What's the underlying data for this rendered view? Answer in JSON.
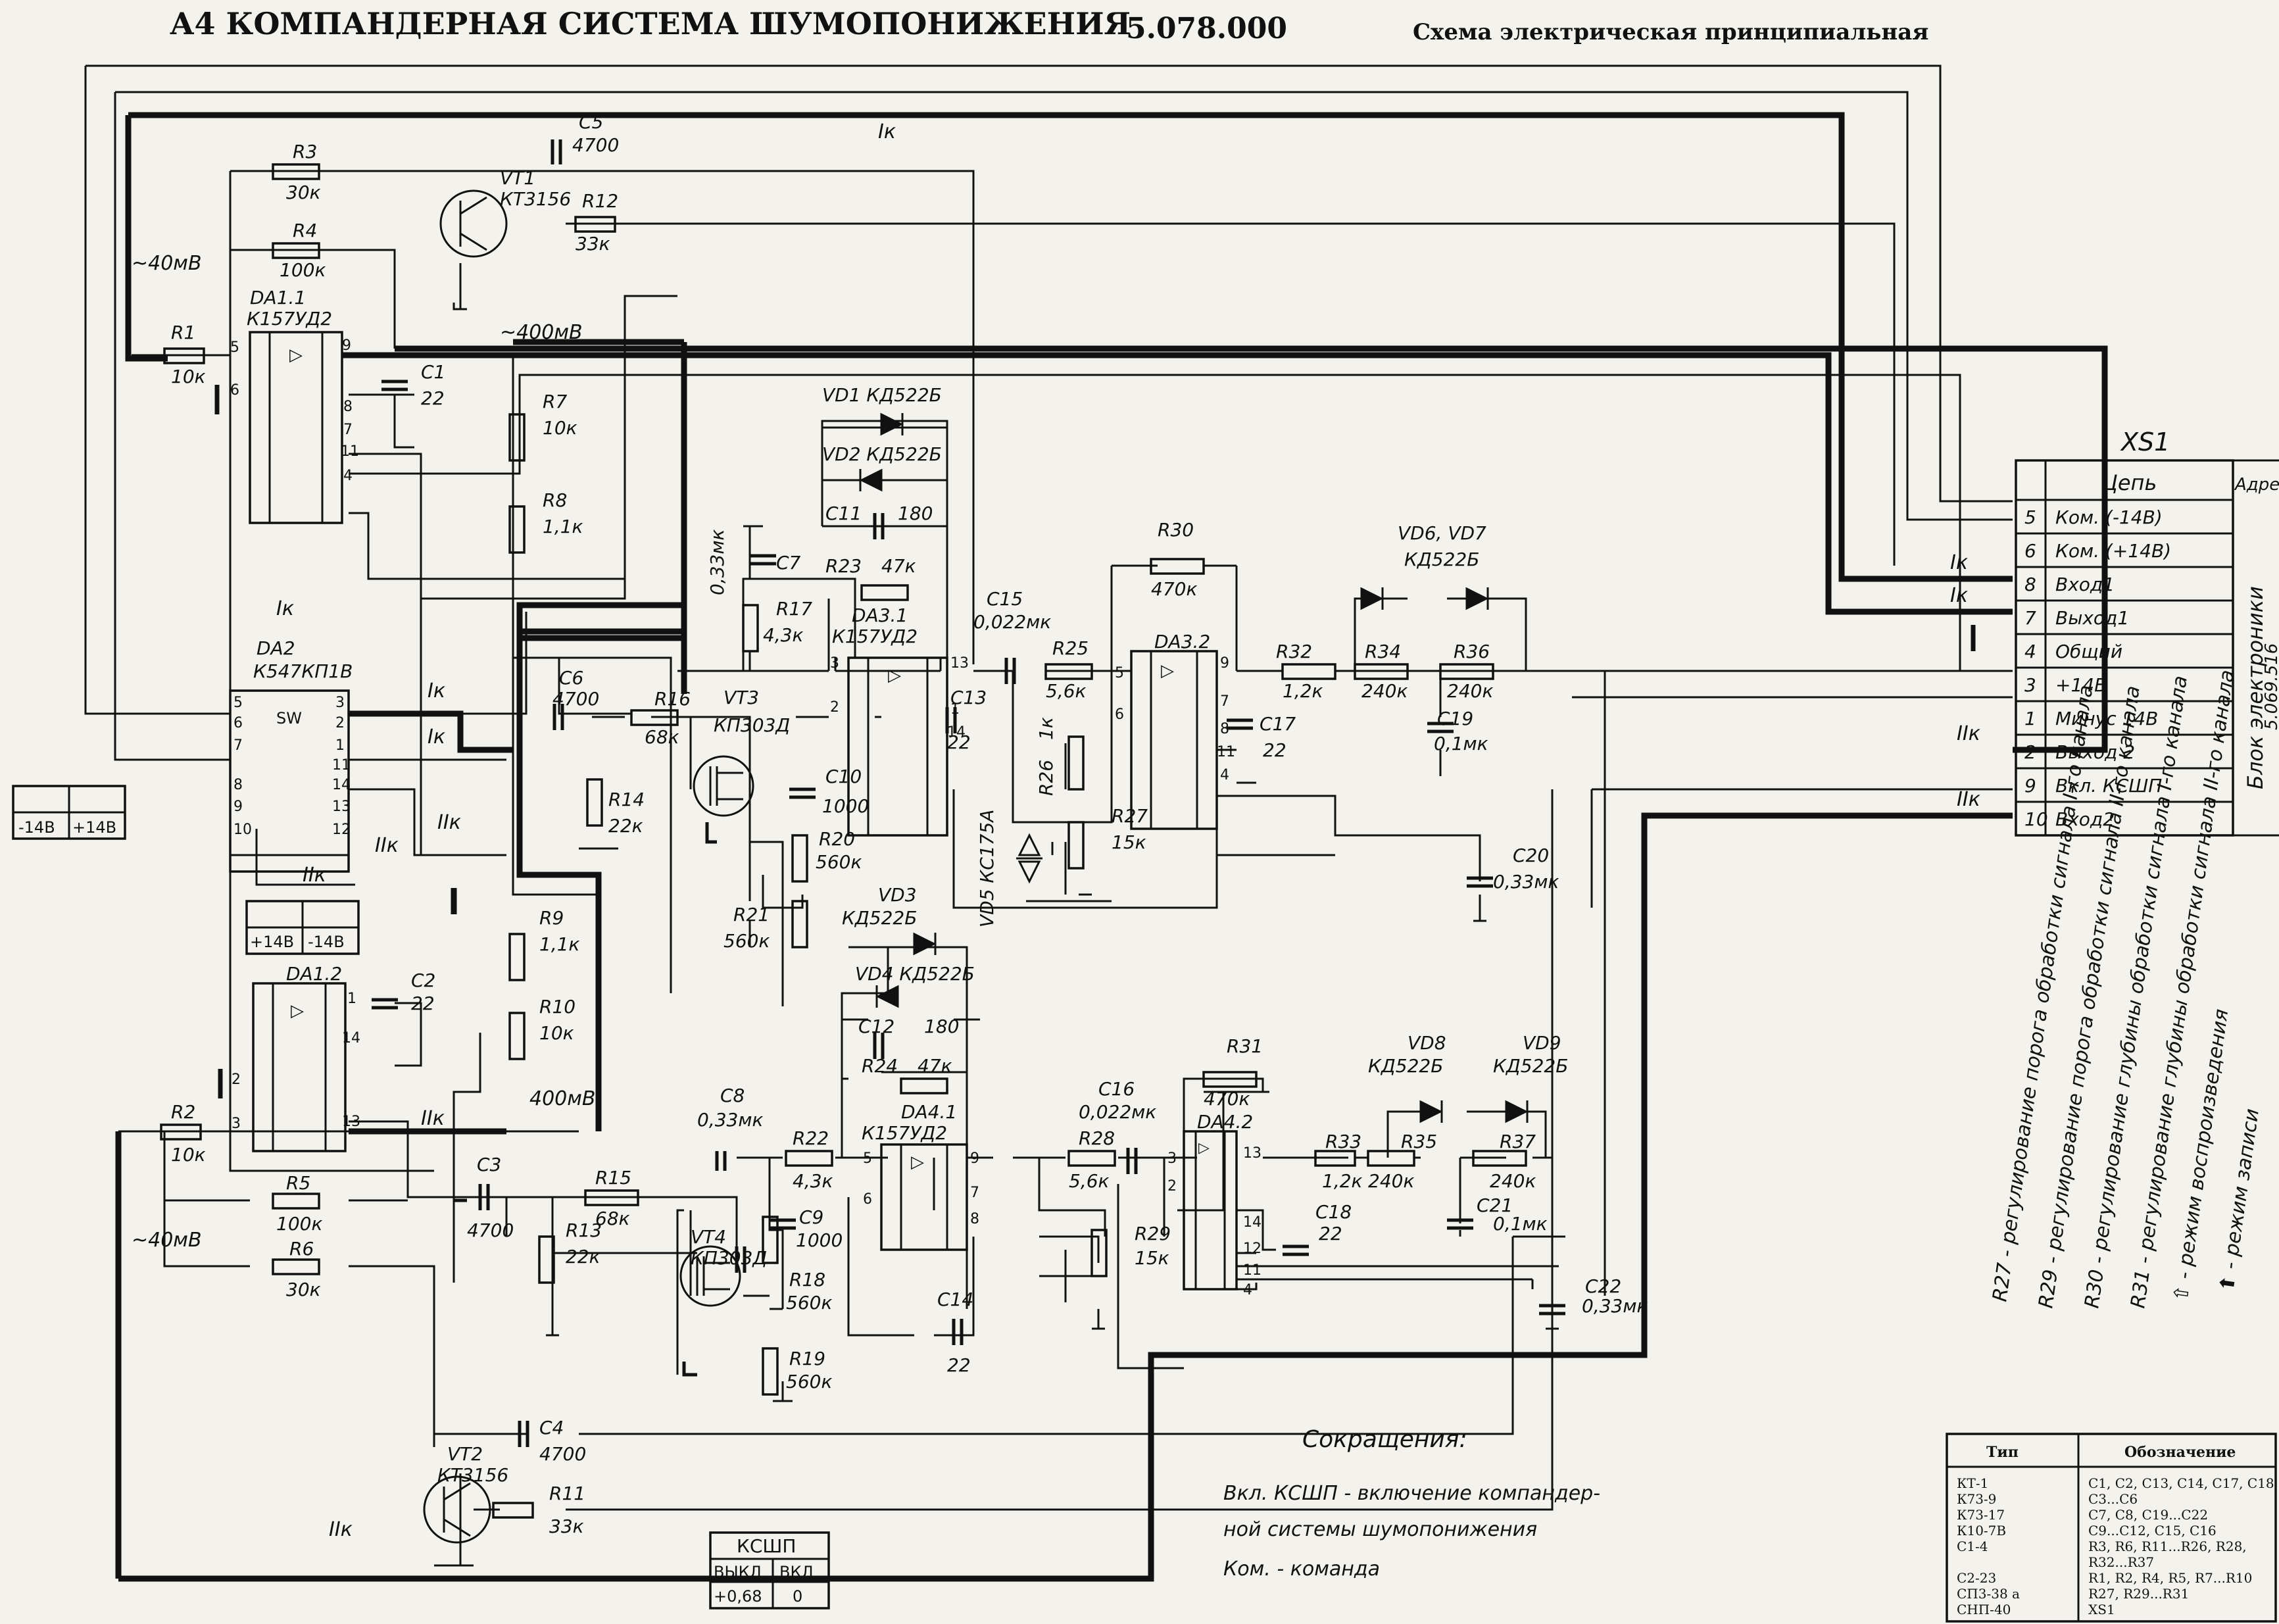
{
  "header": {
    "title": "А4 КОМПАНДЕРНАЯ СИСТЕМА ШУМОПОНИЖЕНИЯ",
    "code": "5.078.000",
    "subtitle": "Схема электрическая принципиальная"
  },
  "components": {
    "R1": [
      "R1",
      "10к"
    ],
    "R2": [
      "R2",
      "10к"
    ],
    "R3": [
      "R3",
      "30к"
    ],
    "R4": [
      "R4",
      "100к"
    ],
    "R5": [
      "R5",
      "100к"
    ],
    "R6": [
      "R6",
      "30к"
    ],
    "R7": [
      "R7",
      "10к"
    ],
    "R8": [
      "R8",
      "1,1к"
    ],
    "R9": [
      "R9",
      "1,1к"
    ],
    "R10": [
      "R10",
      "10к"
    ],
    "R11": [
      "R11",
      "33к"
    ],
    "R12": [
      "R12",
      "33к"
    ],
    "R13": [
      "R13",
      "22к"
    ],
    "R14": [
      "R14",
      "22к"
    ],
    "R15": [
      "R15",
      "68к"
    ],
    "R16": [
      "R16",
      "68к"
    ],
    "R17": [
      "R17",
      "4,3к"
    ],
    "R18": [
      "R18",
      "560к"
    ],
    "R19": [
      "R19",
      "560к"
    ],
    "R20": [
      "R20",
      "560к"
    ],
    "R21": [
      "R21",
      "560к"
    ],
    "R22": [
      "R22",
      "4,3к"
    ],
    "R23": [
      "R23",
      "47к"
    ],
    "R24": [
      "R24",
      "47к"
    ],
    "R25": [
      "R25",
      "5,6к"
    ],
    "R26": [
      "R26",
      "1к"
    ],
    "R27": [
      "R27",
      "15к"
    ],
    "R28": [
      "R28",
      "5,6к"
    ],
    "R29": [
      "R29",
      "15к"
    ],
    "R30": [
      "R30",
      "470к"
    ],
    "R31": [
      "R31",
      "470к"
    ],
    "R32": [
      "R32",
      "1,2к"
    ],
    "R33": [
      "R33",
      "1,2к"
    ],
    "R34": [
      "R34",
      "240к"
    ],
    "R35": [
      "R35",
      "240к"
    ],
    "R36": [
      "R36",
      "240к"
    ],
    "R37": [
      "R37",
      "240к"
    ],
    "C1": [
      "C1",
      "22"
    ],
    "C2": [
      "C2",
      "22"
    ],
    "C3": [
      "C3",
      "4700"
    ],
    "C4": [
      "C4",
      "4700"
    ],
    "C5": [
      "C5",
      "4700"
    ],
    "C6": [
      "C6",
      "4700"
    ],
    "C7": [
      "C7",
      "0,33мк"
    ],
    "C8": [
      "C8",
      "0,33мк"
    ],
    "C9": [
      "C9",
      "1000"
    ],
    "C10": [
      "C10",
      "1000"
    ],
    "C11": [
      "C11",
      "180"
    ],
    "C12": [
      "C12",
      "180"
    ],
    "C13": [
      "C13",
      "22"
    ],
    "C14": [
      "C14",
      "22"
    ],
    "C15": [
      "C15",
      "0,022мк"
    ],
    "C16": [
      "C16",
      "0,022мк"
    ],
    "C17": [
      "C17",
      "22"
    ],
    "C18": [
      "C18",
      "22"
    ],
    "C19": [
      "C19",
      "0,1мк"
    ],
    "C20": [
      "C20",
      "0,33мк"
    ],
    "C21": [
      "C21",
      "0,1мк"
    ],
    "C22": [
      "C22",
      "0,33мк"
    ],
    "VT1": [
      "VT1",
      "КТ3156"
    ],
    "VT2": [
      "VT2",
      "КТ3156"
    ],
    "VT3": [
      "VT3",
      "КП303Д"
    ],
    "VT4": [
      "VT4",
      "КП303Д"
    ],
    "VD1": "VD1 КД522Б",
    "VD2": "VD2 КД522Б",
    "VD3": [
      "VD3",
      "КД522Б"
    ],
    "VD4": "VD4 КД522Б",
    "VD5": "VD5 КС175А",
    "VD67": [
      "VD6, VD7",
      "КД522Б"
    ],
    "VD8": [
      "VD8",
      "КД522Б"
    ],
    "VD9": [
      "VD9",
      "КД522Б"
    ],
    "DA11": [
      "DA1.1",
      "К157УД2"
    ],
    "DA12": [
      "DA1.2"
    ],
    "DA2": [
      "DA2",
      "К547КП1В",
      "SW"
    ],
    "DA31": [
      "DA3.1",
      "К157УД2"
    ],
    "DA32": [
      "DA3.2"
    ],
    "DA41": [
      "DA4.1",
      "К157УД2"
    ],
    "DA42": [
      "DA4.2"
    ]
  },
  "signals": {
    "ik": "Iк",
    "iik": "IIк",
    "mv40a": "~40мВ",
    "mv40b": "~40мВ",
    "mv400a": "~400мВ",
    "mv400b": "400мВ"
  },
  "power_labels": {
    "minus": "-14В",
    "plus": "+14В"
  },
  "xs1": {
    "title": "XS1",
    "col_circuit": "Цепь",
    "col_addr": "Адрес",
    "side_label": "Блок электроники",
    "side_code": "5.069.516",
    "rows": [
      {
        "pin": "5",
        "name": "Ком. (-14В)"
      },
      {
        "pin": "6",
        "name": "Ком. (+14В)"
      },
      {
        "pin": "8",
        "name": "Вход1"
      },
      {
        "pin": "7",
        "name": "Выход1"
      },
      {
        "pin": "4",
        "name": "Общий"
      },
      {
        "pin": "3",
        "name": "+14В"
      },
      {
        "pin": "1",
        "name": "Минус 14В"
      },
      {
        "pin": "2",
        "name": "Выход 2"
      },
      {
        "pin": "9",
        "name": "Вкл. КСШП"
      },
      {
        "pin": "10",
        "name": "Вход2"
      }
    ]
  },
  "notes": [
    "R27 - регулирование порога обработки сигнала I-го канала",
    "R29 - регулирование порога обработки сигнала II-го канала",
    "R30 - регулирование глубины обработки сигнала I-го канала",
    "R31 - регулирование глубины обработки сигнала II-го канала",
    "⇧ - режим воспроизведения",
    "⬆ - режим записи"
  ],
  "abbreviations": {
    "title": "Сокращения:",
    "lines": [
      "Вкл. КСШП - включение компандер-",
      "ной системы шумопонижения",
      "Ком. - команда"
    ]
  },
  "kshp_table": {
    "title": "КСШП",
    "headers": [
      "ВЫКЛ",
      "ВКЛ"
    ],
    "values": [
      "+0,68",
      "0"
    ]
  },
  "parts_table": {
    "headers": [
      "Тип",
      "Обозначение"
    ],
    "rows": [
      [
        "КТ-1",
        "C1, C2, C13, C14, C17, C18"
      ],
      [
        "К73-9",
        "C3...C6"
      ],
      [
        "К73-17",
        "C7, C8, C19...C22"
      ],
      [
        "К10-7В",
        "C9...C12, C15, C16"
      ],
      [
        "С1-4",
        "R3, R6, R11...R26, R28,"
      ],
      [
        "",
        "R32...R37"
      ],
      [
        "С2-23",
        "R1, R2, R4, R5, R7...R10"
      ],
      [
        "СП3-38 а",
        "R27, R29...R31"
      ],
      [
        "СНП-40",
        "XS1"
      ]
    ]
  },
  "colors": {
    "ink": "#111111",
    "paper": "#f4f2ec"
  }
}
